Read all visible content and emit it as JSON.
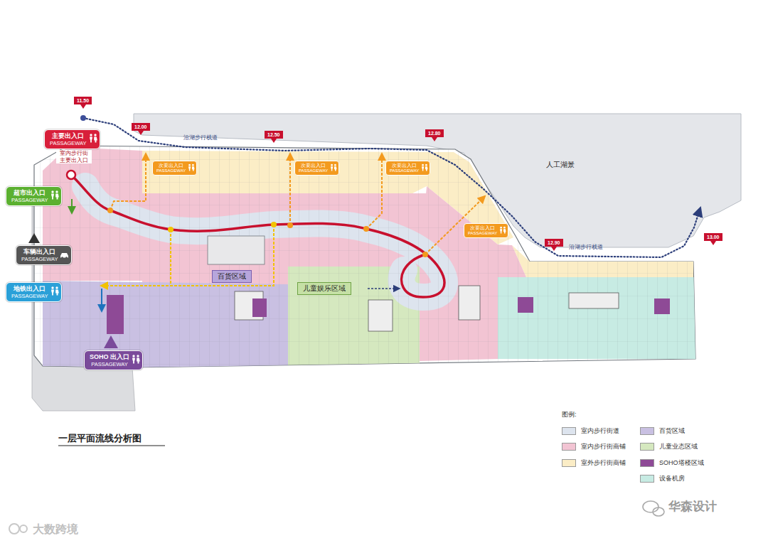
{
  "diagram": {
    "title": "一层平面流线分析图",
    "nodes": [
      {
        "text": [
          "11.50"
        ]
      },
      {
        "text": [
          "主要出入口",
          "PASSAGEWAY"
        ]
      },
      {
        "text": [
          "12.00"
        ]
      },
      {
        "text": [
          "12.50"
        ]
      },
      {
        "text": [
          "12.80"
        ]
      },
      {
        "text": [
          "次要出入口",
          "PASSAGEWAY"
        ]
      },
      {
        "text": [
          "次要出入口",
          "PASSAGEWAY"
        ]
      },
      {
        "text": [
          "次要出入口",
          "PASSAGEWAY"
        ]
      },
      {
        "text": [
          "超市出入口",
          "PASSAGEWAY"
        ]
      },
      {
        "text": [
          "次要出入口",
          "PASSAGEWAY"
        ]
      },
      {
        "text": [
          "13.00"
        ]
      },
      {
        "text": [
          "12.90"
        ]
      },
      {
        "text": [
          "车辆出入口",
          "PASSAGEWAY"
        ]
      },
      {
        "text": [
          "百货区域"
        ]
      },
      {
        "text": [
          "地铁出入口",
          "PASSAGEWAY"
        ]
      },
      {
        "text": [
          "儿童娱乐区域"
        ]
      },
      {
        "text": [
          "SOHO 出入口",
          "PASSAGEWAY"
        ]
      }
    ],
    "labels": [
      "室内步行街 主要出入口",
      "沿湖步行栈道",
      "人工湖景",
      "沿湖步行栈道",
      "图例:",
      "大数跨境",
      "华森设计"
    ],
    "legend": [
      {
        "text": "室内步行街道",
        "color": "#dde4ee"
      },
      {
        "text": "室内步行街商铺",
        "color": "#f2c4d3"
      },
      {
        "text": "室外步行街商铺",
        "color": "#fbedc6"
      },
      {
        "text": "百货区域",
        "color": "#c9c0e2"
      },
      {
        "text": "儿童业态区域",
        "color": "#d5e8bf"
      },
      {
        "text": "SOHO塔楼区域",
        "color": "#8e4a96"
      },
      {
        "text": "设备机房",
        "color": "#c7ebe3"
      }
    ]
  }
}
